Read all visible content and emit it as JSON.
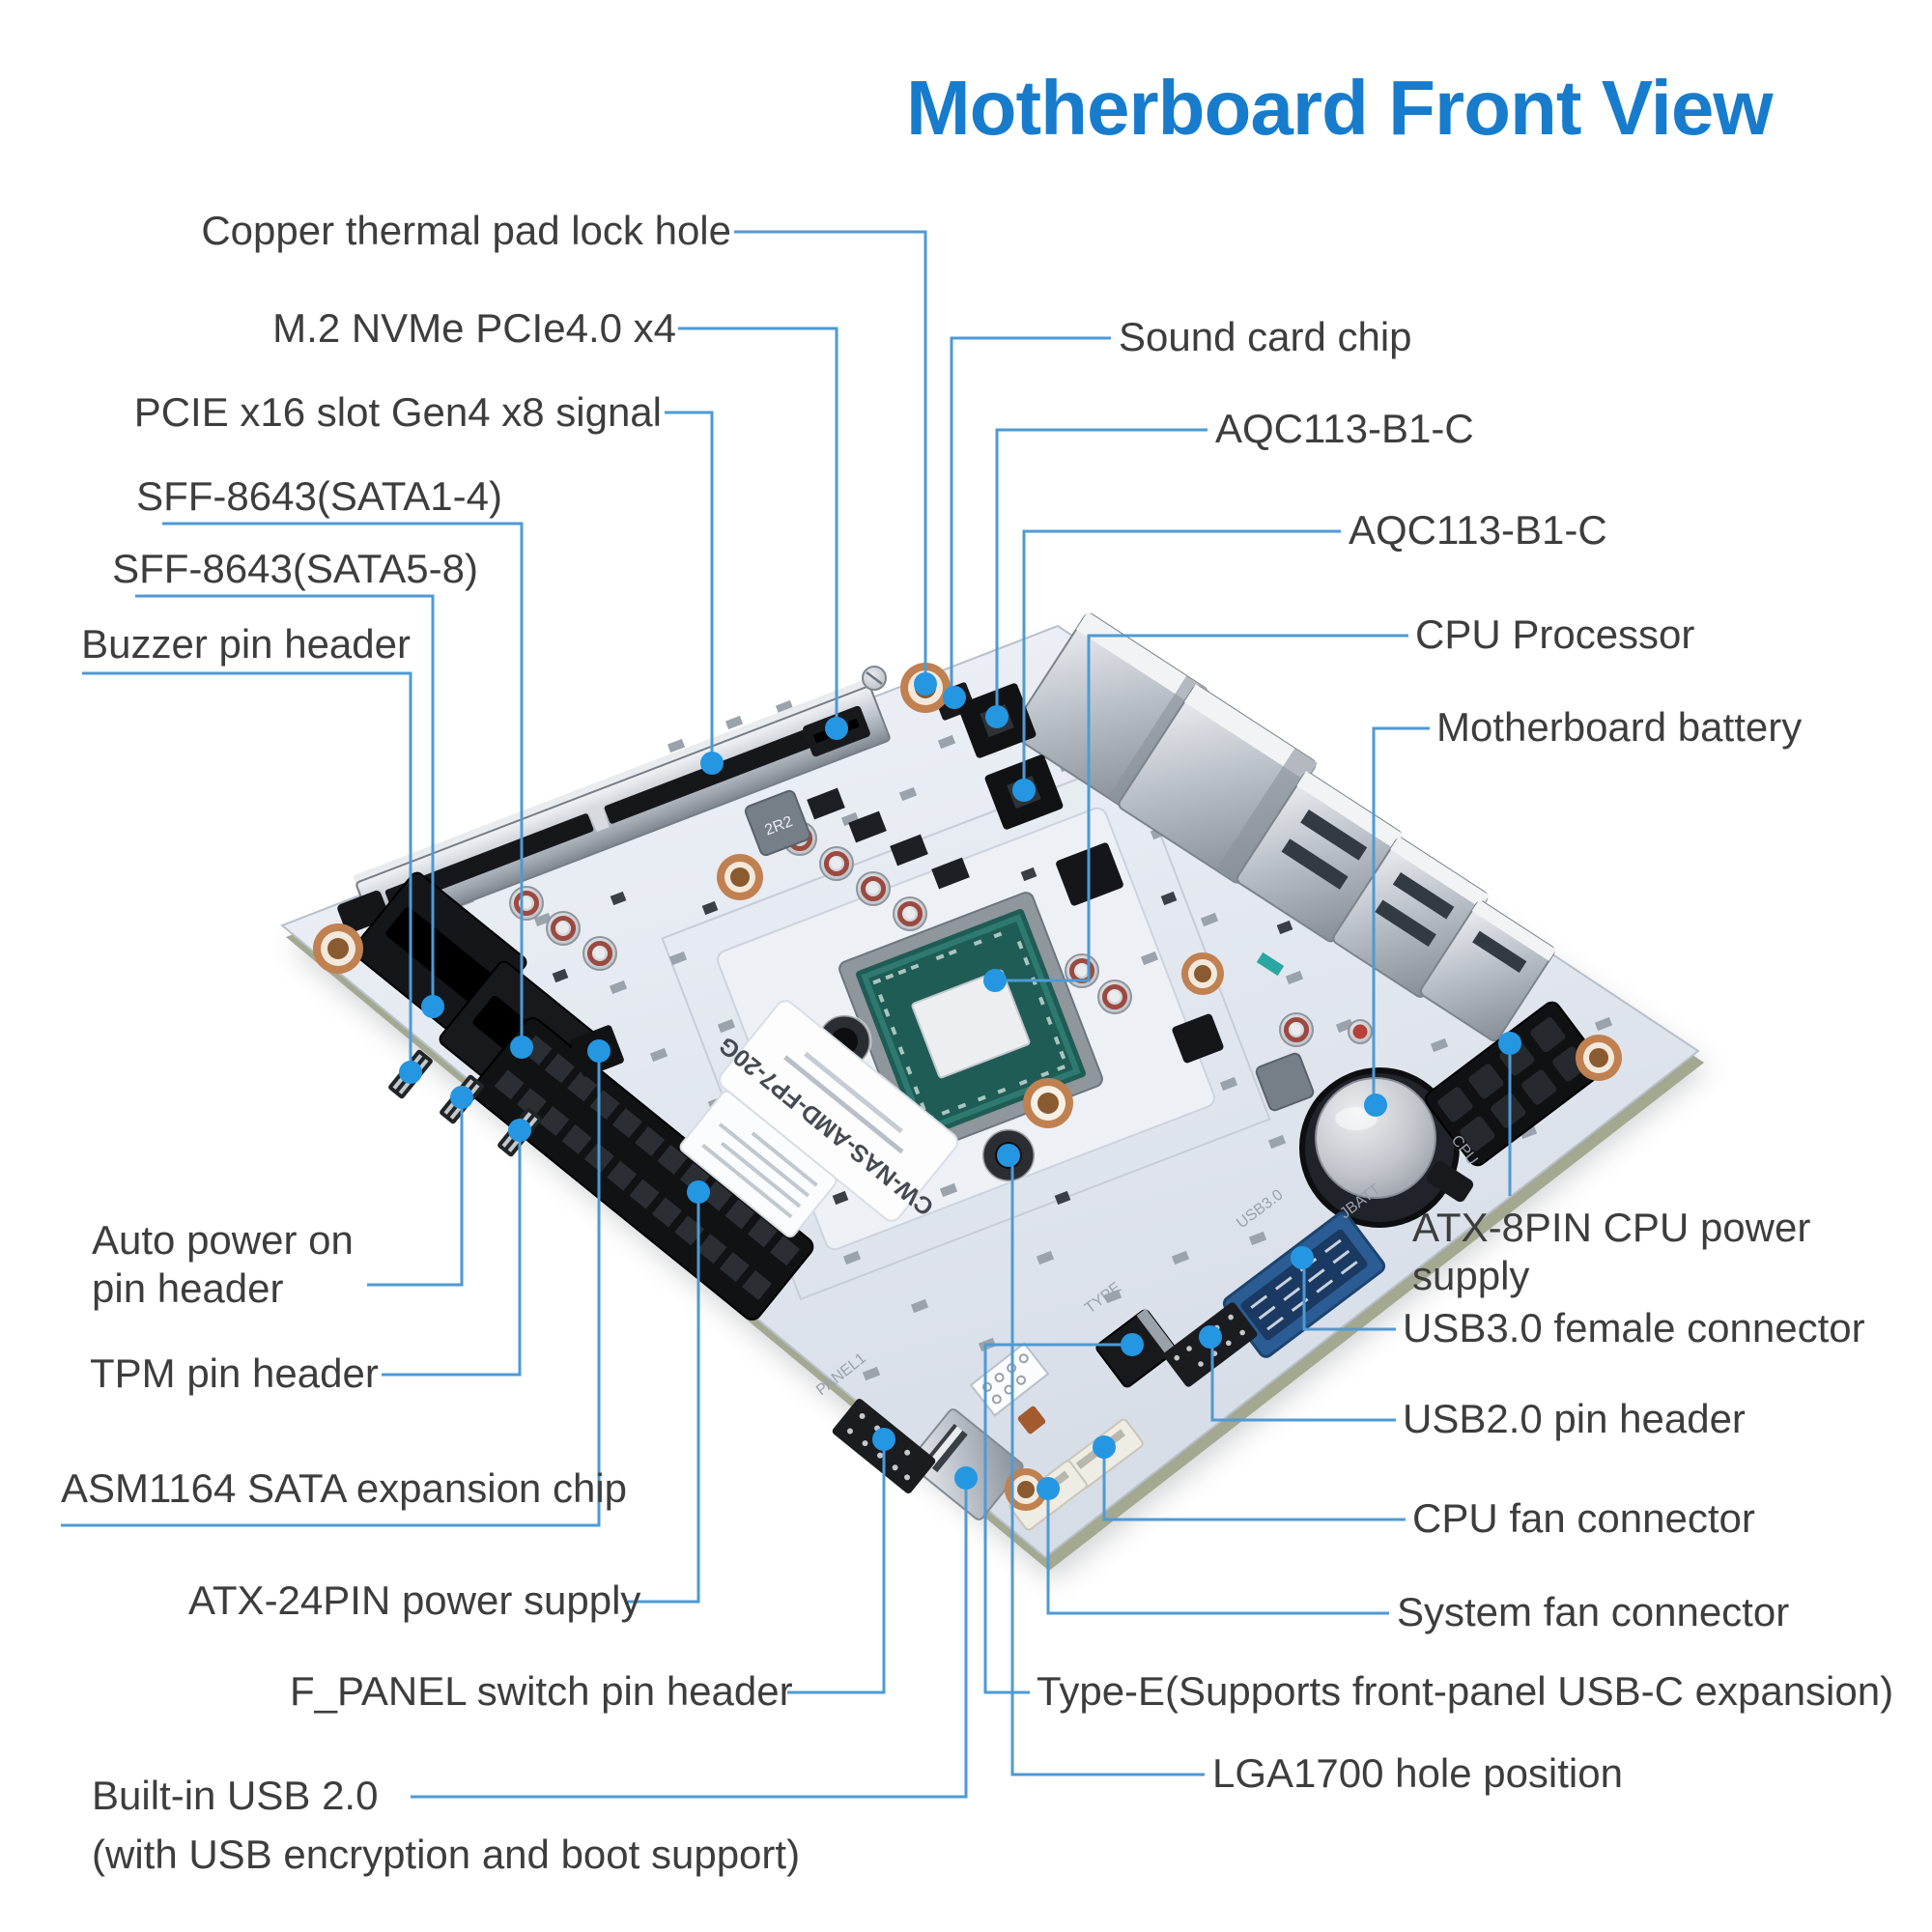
{
  "title": "Motherboard Front View",
  "board": {
    "sticker_label": "CW-NAS-AMD-FP7-20G",
    "inductor_label": "2R2",
    "silkscreen": [
      "PANEL1",
      "USB3.0",
      "JBATT",
      "TYPE",
      "CPU"
    ]
  },
  "callouts": {
    "left": [
      {
        "id": "copper-pad",
        "label": "Copper thermal pad lock hole"
      },
      {
        "id": "m2-nvme",
        "label": "M.2 NVMe PCIe4.0 x4"
      },
      {
        "id": "pcie-x16",
        "label": "PCIE x16 slot Gen4 x8 signal"
      },
      {
        "id": "sff-sata14",
        "label": "SFF-8643(SATA1-4)"
      },
      {
        "id": "sff-sata58",
        "label": "SFF-8643(SATA5-8)"
      },
      {
        "id": "buzzer",
        "label": "Buzzer pin header"
      },
      {
        "id": "auto-power",
        "label": "Auto power on\npin header"
      },
      {
        "id": "tpm",
        "label": "TPM pin header"
      },
      {
        "id": "asm1164",
        "label": "ASM1164 SATA expansion chip"
      },
      {
        "id": "atx-24pin",
        "label": "ATX-24PIN power supply"
      },
      {
        "id": "f-panel",
        "label": "F_PANEL switch pin header"
      },
      {
        "id": "builtin-usb",
        "label": "Built-in USB 2.0",
        "sublabel": "(with USB encryption and boot support)"
      }
    ],
    "right": [
      {
        "id": "sound-chip",
        "label": "Sound card chip"
      },
      {
        "id": "aqc113-1",
        "label": "AQC113-B1-C"
      },
      {
        "id": "aqc113-2",
        "label": "AQC113-B1-C"
      },
      {
        "id": "cpu",
        "label": "CPU Processor"
      },
      {
        "id": "battery",
        "label": "Motherboard battery"
      },
      {
        "id": "atx-8pin",
        "label": "ATX-8PIN CPU power supply"
      },
      {
        "id": "usb3-female",
        "label": "USB3.0 female connector"
      },
      {
        "id": "usb2-header",
        "label": "USB2.0 pin header"
      },
      {
        "id": "cpu-fan",
        "label": "CPU fan connector"
      },
      {
        "id": "system-fan",
        "label": "System fan connector"
      },
      {
        "id": "type-e",
        "label": "Type-E(Supports front-panel USB-C expansion)"
      },
      {
        "id": "lga1700",
        "label": "LGA1700 hole position"
      }
    ]
  },
  "colors": {
    "title_blue": "#187CCD",
    "line_blue": "#4E9AD5",
    "dot_blue": "#2496E2",
    "label_gray": "#3D3D3D"
  }
}
